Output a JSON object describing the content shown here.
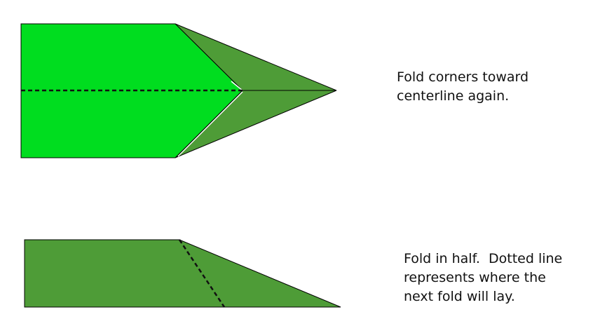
{
  "colors": {
    "bright_green": "#00dd1f",
    "dark_green": "#4e9c37",
    "outline": "#000000",
    "dotted_line": "#111111",
    "text": "#111111"
  },
  "steps": [
    {
      "id": "step1",
      "caption_lines": [
        "Fold corners toward",
        "centerline again."
      ]
    },
    {
      "id": "step2",
      "caption_lines": [
        "Fold in half.  Dotted line",
        "represents where the",
        "next fold will lay."
      ]
    }
  ]
}
